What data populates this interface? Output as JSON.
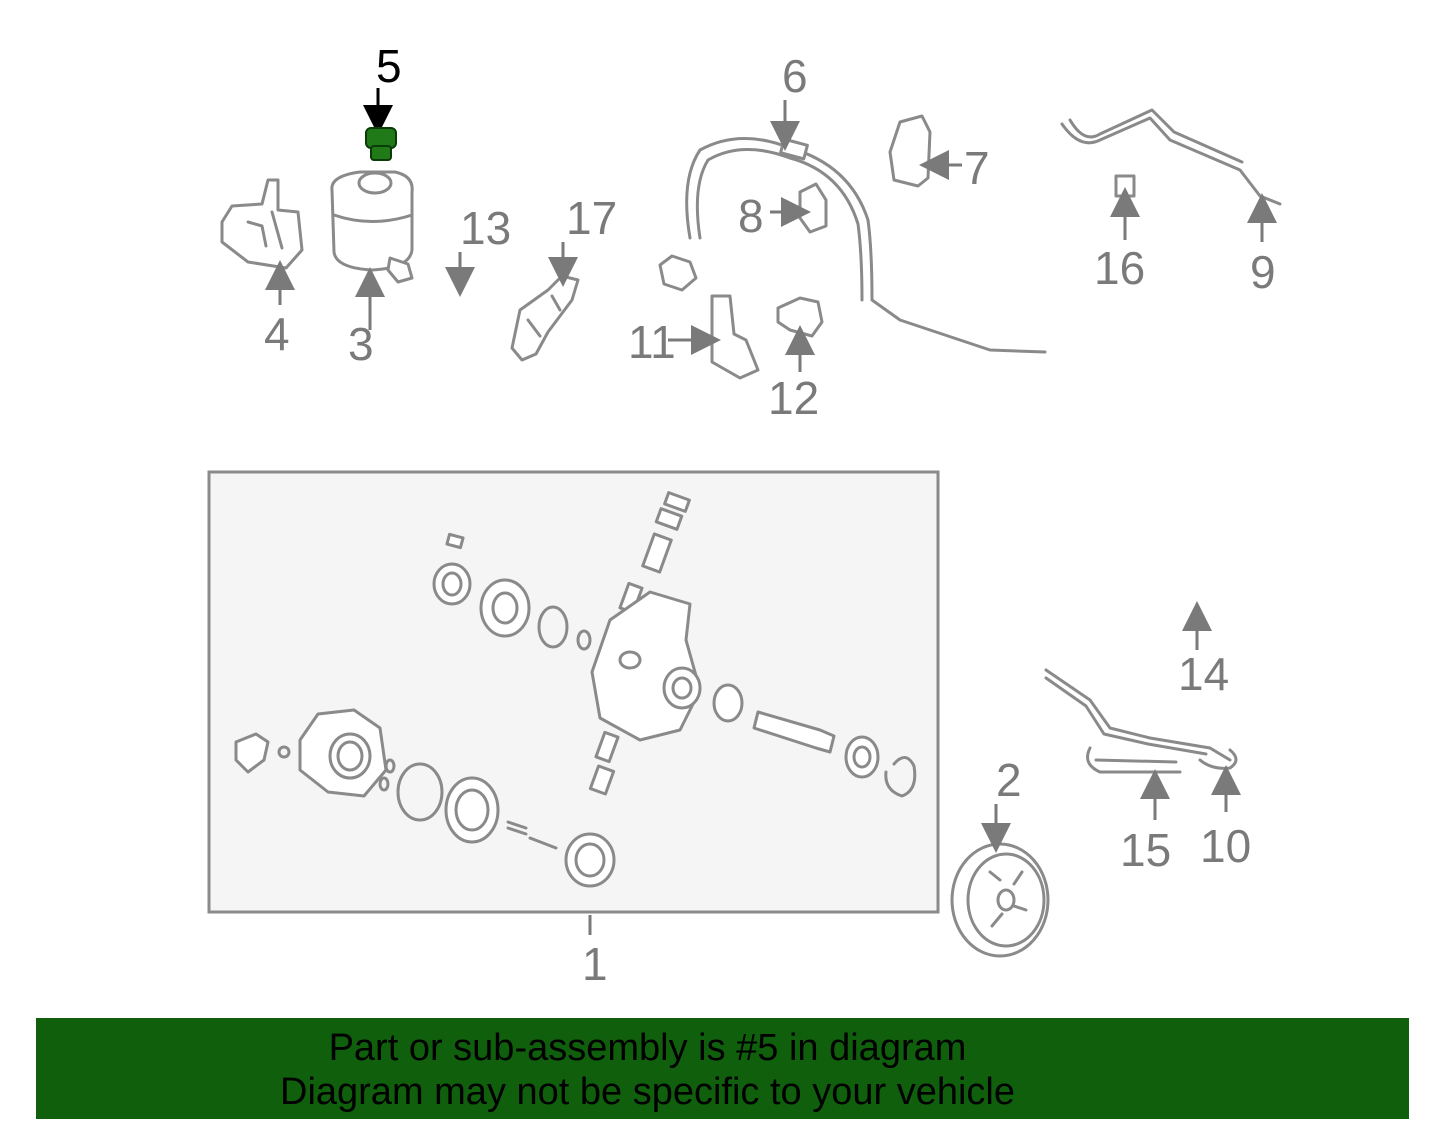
{
  "diagram": {
    "highlight_color": "#1f7a17",
    "callouts": {
      "c1": "1",
      "c2": "2",
      "c3": "3",
      "c4": "4",
      "c5": "5",
      "c6": "6",
      "c7": "7",
      "c8": "8",
      "c9": "9",
      "c10": "10",
      "c11": "11",
      "c12": "12",
      "c13": "13",
      "c14": "14",
      "c15": "15",
      "c16": "16",
      "c17": "17"
    },
    "highlighted_part": "5"
  },
  "banner": {
    "background": "#0f5f0c",
    "line1": "Part or sub-assembly is #5 in diagram",
    "line2": "Diagram may not be specific to your vehicle"
  }
}
